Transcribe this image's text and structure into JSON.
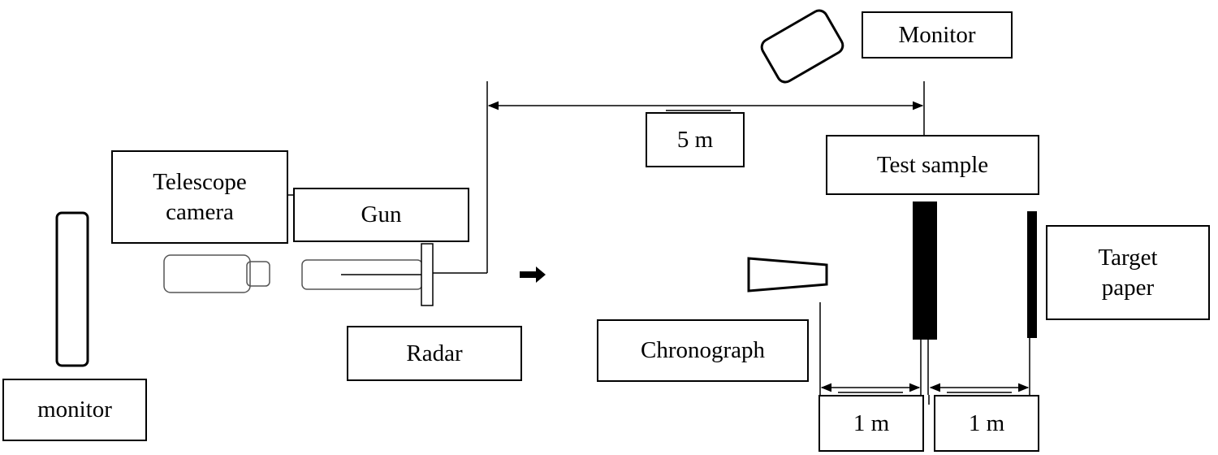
{
  "labels": {
    "monitor_top": "Monitor",
    "distance_main": "5 m",
    "test_sample": "Test sample",
    "telescope_line1": "Telescope",
    "telescope_line2": "camera",
    "gun": "Gun",
    "target_line1": "Target",
    "target_line2": "paper",
    "radar": "Radar",
    "chronograph": "Chronograph",
    "monitor_bottom": "monitor",
    "distance_left": "1 m",
    "distance_right": "1 m"
  }
}
